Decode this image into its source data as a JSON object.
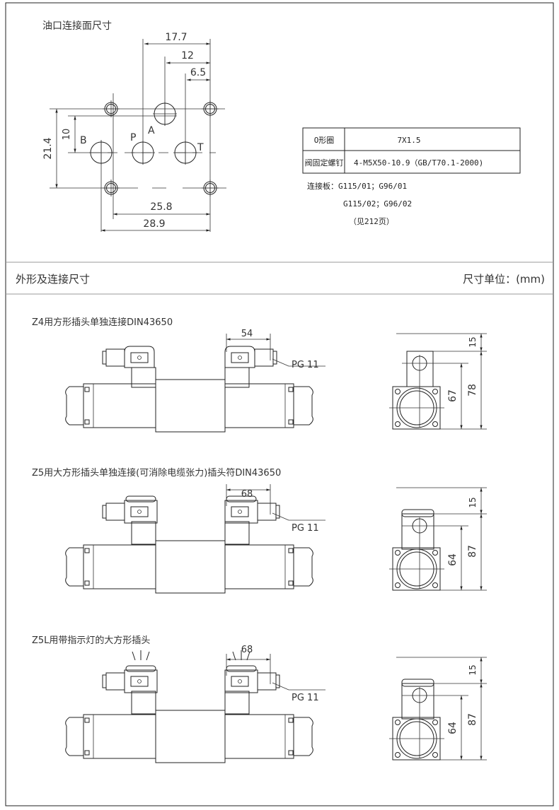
{
  "port_section": {
    "title": "油口连接面尺寸",
    "dims": {
      "d1": "17.7",
      "d2": "12",
      "d3": "6.5",
      "d4": "10",
      "d5": "21.4",
      "d6": "25.8",
      "d7": "28.9"
    },
    "ports": {
      "a": "A",
      "b": "B",
      "p": "P",
      "t": "T"
    },
    "table": [
      {
        "label": "O形圈",
        "value": "7X1.5"
      },
      {
        "label": "阀固定螺钉",
        "value": "4-M5X50-10.9（GB/T70.1-2000)"
      }
    ],
    "plate_label": "连接板：G115/01；G96/01",
    "plate_line2": "G115/02；G96/02",
    "plate_ref": "（见212页）"
  },
  "header": {
    "title": "外形及连接尺寸",
    "unit": "尺寸单位：(mm)"
  },
  "sections": [
    {
      "title": "Z4用方形插头单独连接DIN43650",
      "width_dim": "54",
      "pg": "PG 11",
      "top_dim": "15",
      "outer_dim": "78",
      "inner_dim": "67"
    },
    {
      "title": "Z5用大方形插头单独连接(可消除电缆张力)插头符DIN43650",
      "width_dim": "68",
      "pg": "PG 11",
      "top_dim": "15",
      "outer_dim": "87",
      "inner_dim": "64"
    },
    {
      "title": "Z5L用带指示灯的大方形插头",
      "width_dim": "68",
      "pg": "PG 11",
      "top_dim": "15",
      "outer_dim": "87",
      "inner_dim": "64"
    }
  ]
}
